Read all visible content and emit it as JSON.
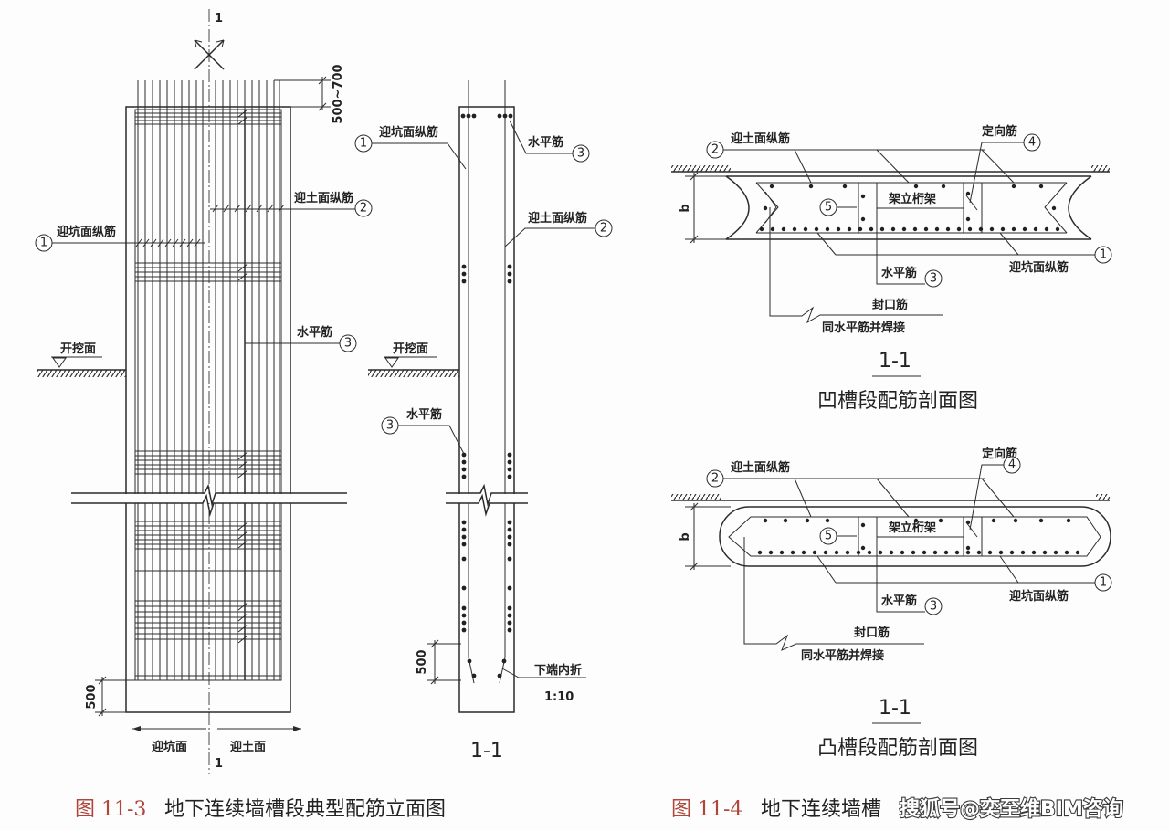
{
  "elevation": {
    "section_top": "1",
    "section_bottom": "1",
    "dim_top": "500~700",
    "dim_bottom": "500",
    "soil_bars": {
      "num": "2",
      "label": "迎土面纵筋"
    },
    "pit_bars": {
      "num": "1",
      "label": "迎坑面纵筋"
    },
    "horizontal_bars": {
      "num": "3",
      "label": "水平筋"
    },
    "excavation": "开挖面",
    "dir_pit": "迎坑面",
    "dir_soil": "迎土面"
  },
  "section": {
    "pit_bars": {
      "num": "1",
      "label": "迎坑面纵筋"
    },
    "horizontal_bars_top": {
      "num": "3",
      "label": "水平筋"
    },
    "soil_bars": {
      "num": "2",
      "label": "迎土面纵筋"
    },
    "excavation": "开挖面",
    "horizontal_bars_mid": {
      "num": "3",
      "label": "水平筋"
    },
    "dim_bottom": "500",
    "bend_label": "下端内折",
    "bend_ratio": "1:10",
    "title": "1-1"
  },
  "concave": {
    "soil_bars": {
      "num": "2",
      "label": "迎土面纵筋"
    },
    "orient_bars": {
      "num": "4",
      "label": "定向筋"
    },
    "width": "b",
    "truss": {
      "num": "5",
      "label": "架立桁架"
    },
    "horizontal_bars": {
      "num": "3",
      "label": "水平筋"
    },
    "pit_bars": {
      "num": "1",
      "label": "迎坑面纵筋"
    },
    "closing_bar": "封口筋",
    "closing_note": "同水平筋并焊接",
    "section": "1-1",
    "title": "凹槽段配筋剖面图"
  },
  "convex": {
    "soil_bars": {
      "num": "2",
      "label": "迎土面纵筋"
    },
    "orient_bars": {
      "num": "4",
      "label": "定向筋"
    },
    "width": "b",
    "truss": {
      "num": "5",
      "label": "架立桁架"
    },
    "horizontal_bars": {
      "num": "3",
      "label": "水平筋"
    },
    "pit_bars": {
      "num": "1",
      "label": "迎坑面纵筋"
    },
    "closing_bar": "封口筋",
    "closing_note": "同水平筋并焊接",
    "section": "1-1",
    "title": "凸槽段配筋剖面图"
  },
  "captions": {
    "left_fig": "图 11-3",
    "left_text": "地下连续墙槽段典型配筋立面图",
    "right_fig": "图 11-4",
    "right_text": "地下连续墙槽"
  },
  "watermark": "搜狐号@奕至维BIM咨询",
  "colors": {
    "line": "#2b2b2b",
    "caption_fig": "#b0453a",
    "background": "#fdfdfd"
  }
}
